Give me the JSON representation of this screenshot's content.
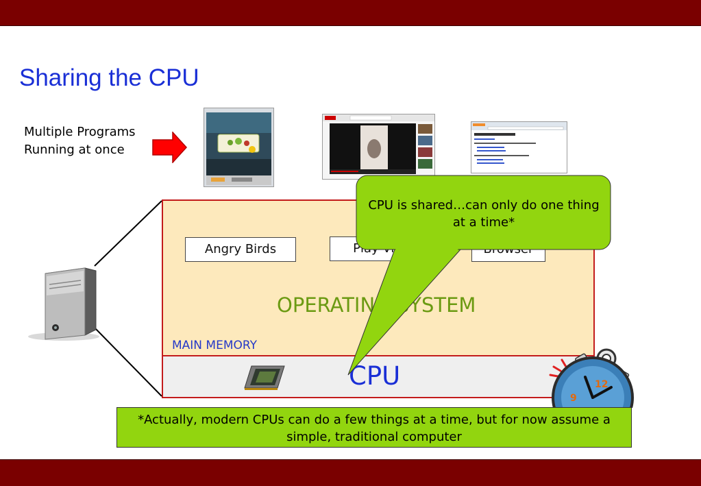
{
  "slide": {
    "title": "Sharing the CPU",
    "programs_label_line1": "Multiple Programs",
    "programs_label_line2": "Running at once"
  },
  "programs": {
    "angry_birds": "Angry Birds",
    "play_video": "Play Video",
    "browser": "Browser"
  },
  "diagram": {
    "os_label": "OPERATING SYSTEM",
    "memory_label": "MAIN MEMORY",
    "cpu_label": "CPU"
  },
  "callout": {
    "text": "CPU is shared…can only do one thing at a time*"
  },
  "footnote": {
    "text": "*Actually, modern CPUs can do a few things at a time, but for now assume a simple, traditional computer"
  },
  "colors": {
    "band": "#7a0000",
    "title": "#1a2fd6",
    "os_fill": "#fde9bc",
    "border": "#c31b1b",
    "callout_fill": "#92d50f"
  },
  "icons": {
    "computer": "computer-tower-icon",
    "chip": "cpu-chip-icon",
    "stopwatch": "stopwatch-icon",
    "arrow": "right-arrow-icon"
  }
}
